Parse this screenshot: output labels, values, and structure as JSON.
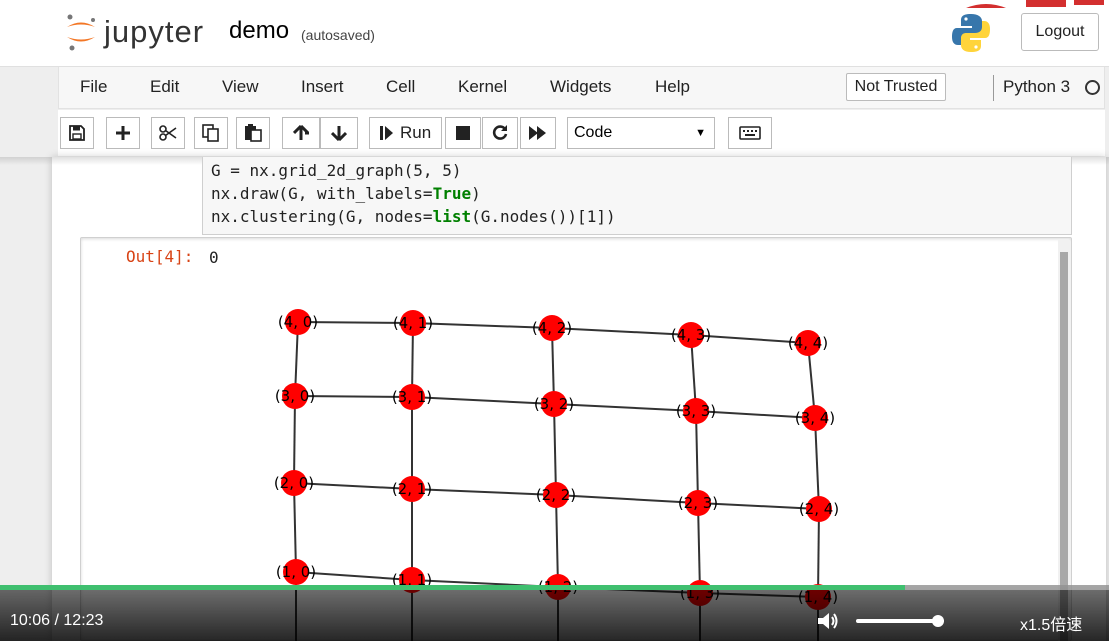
{
  "header": {
    "logo_text": "jupyter",
    "notebook_name": "demo",
    "autosave_status": "(autosaved)",
    "logout_label": "Logout"
  },
  "menubar": {
    "items": [
      "File",
      "Edit",
      "View",
      "Insert",
      "Cell",
      "Kernel",
      "Widgets",
      "Help"
    ],
    "trust_label": "Not Trusted",
    "kernel_name": "Python 3"
  },
  "toolbar": {
    "run_label": "Run",
    "cell_type": "Code",
    "icons": [
      "save-icon",
      "plus-icon",
      "cut-icon",
      "copy-icon",
      "paste-icon",
      "arrow-up-icon",
      "arrow-down-icon",
      "run-icon",
      "stop-icon",
      "restart-icon",
      "fast-forward-icon",
      "keyboard-icon"
    ]
  },
  "cell": {
    "code_lines": [
      "G = nx.grid_2d_graph(5, 5)",
      "nx.draw(G, with_labels=True)",
      "nx.clustering(G, nodes=list(G.nodes())[1])"
    ],
    "output_prompt": "Out[4]:",
    "output_value": "0"
  },
  "graph": {
    "node_color": "#ff0000",
    "edge_color": "#333333",
    "labels": [
      [
        "(4, 0)",
        "(4, 1)",
        "(4, 2)",
        "(4, 3)",
        "(4, 4)"
      ],
      [
        "(3, 0)",
        "(3, 1)",
        "(3, 2)",
        "(3, 3)",
        "(3, 4)"
      ],
      [
        "(2, 0)",
        "(2, 1)",
        "(2, 2)",
        "(2, 3)",
        "(2, 4)"
      ],
      [
        "(1, 0)",
        "(1, 1)",
        "(1, 2)",
        "(1, 3)",
        "(1, 4)"
      ]
    ]
  },
  "player": {
    "current_time": "10:06",
    "separator": "/",
    "total_time": "12:23",
    "progress_fraction": 0.816,
    "volume_fraction": 0.93,
    "speed_label": "x1.5倍速",
    "accent_color": "#3fbf6f"
  }
}
